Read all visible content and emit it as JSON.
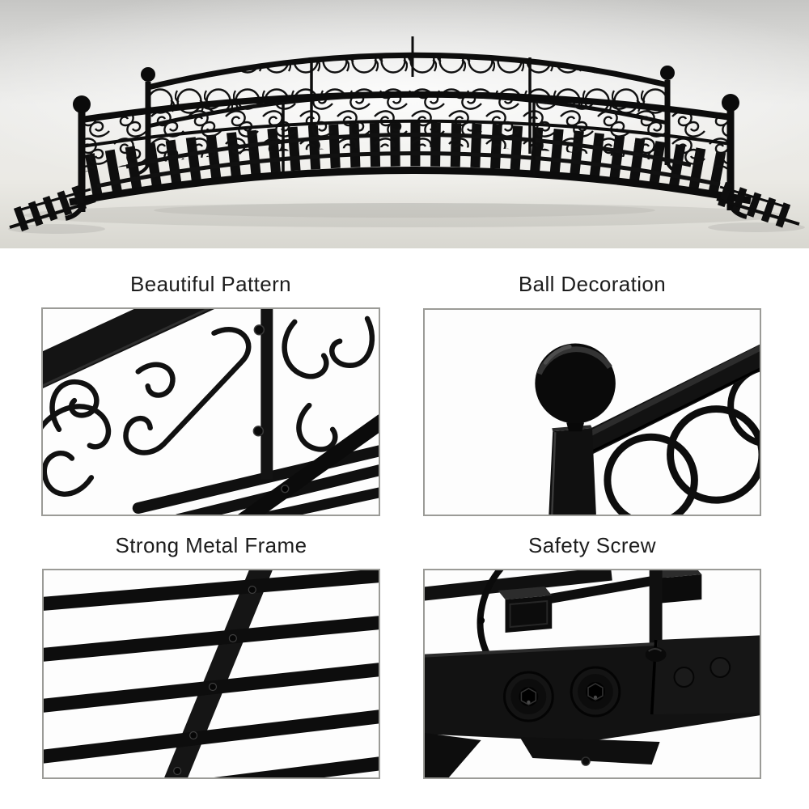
{
  "features": [
    {
      "id": "beautiful-pattern",
      "title": "Beautiful Pattern"
    },
    {
      "id": "ball-decoration",
      "title": "Ball Decoration"
    },
    {
      "id": "strong-metal-frame",
      "title": "Strong Metal Frame"
    },
    {
      "id": "safety-screw",
      "title": "Safety Screw"
    }
  ],
  "colors": {
    "metal_black": "#111111",
    "tile_border": "#9b9b97",
    "title_text": "#1d1d1d",
    "hero_background_top": "#c6c6c4",
    "hero_background_bottom": "#d8d7d0",
    "page_background": "#ffffff"
  }
}
